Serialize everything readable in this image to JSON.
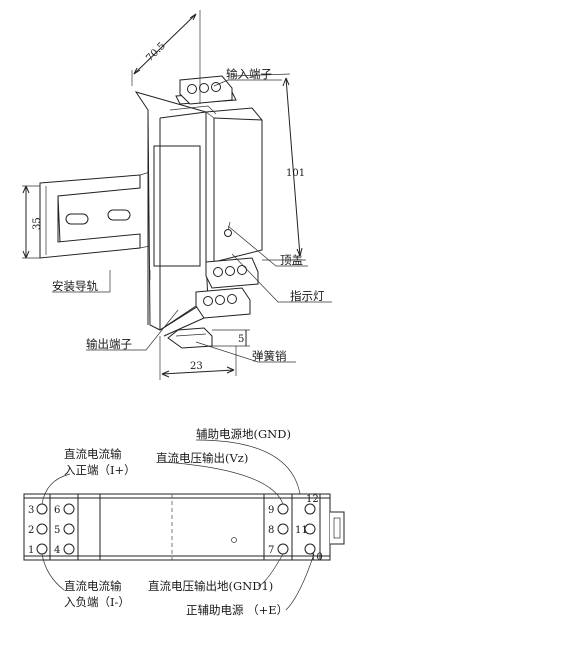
{
  "dimensions": {
    "depth": "70.5",
    "height": "101",
    "rail_height": "35",
    "clip": "5",
    "width": "23"
  },
  "labels_3d": {
    "input_terminal": "输入端子",
    "top_cover": "顶盖",
    "indicator_lamp": "指示灯",
    "mounting_rail": "安装导轨",
    "output_terminal": "输出端子",
    "spring_pin": "弹簧销"
  },
  "labels_2d": {
    "aux_power_ground": "辅助电源地(GND)",
    "dc_voltage_output": "直流电压输出(Vz)",
    "dc_current_input_pos_line1": "直流电流输",
    "dc_current_input_pos_line2": "入正端（I+）",
    "dc_current_input_neg_line1": "直流电流输",
    "dc_current_input_neg_line2": "入负端（I-）",
    "dc_voltage_output_ground": "直流电压输出地(GND1)",
    "aux_power_positive": "正辅助电源 （+E）"
  },
  "terminals": {
    "left_column": [
      "3",
      "2",
      "1"
    ],
    "second_column": [
      "6",
      "5",
      "4"
    ],
    "right_inner_column": [
      "9",
      "8",
      "7"
    ],
    "right_outer_column": [
      "12",
      "11",
      "10"
    ]
  }
}
